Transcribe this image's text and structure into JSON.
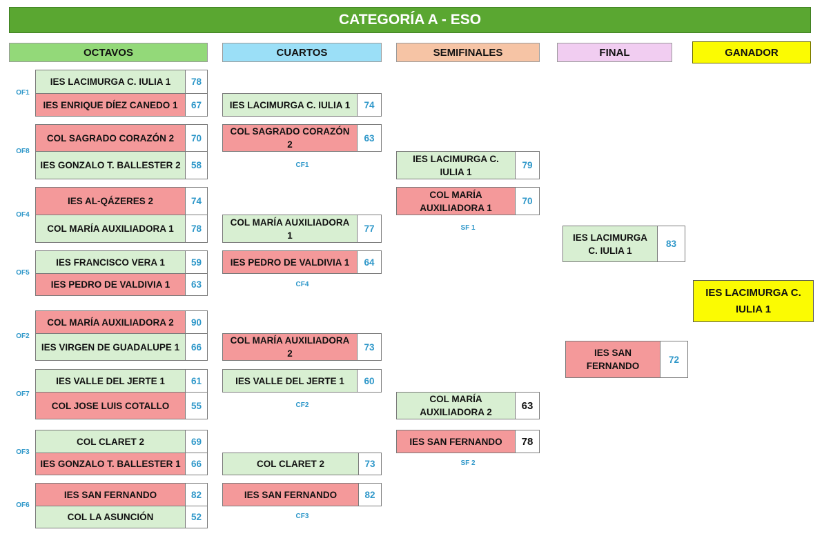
{
  "title": "CATEGORÍA A - ESO",
  "headers": {
    "octavos": "OCTAVOS",
    "cuartos": "CUARTOS",
    "semifinales": "SEMIFINALES",
    "final": "FINAL",
    "ganador": "GANADOR"
  },
  "colors": {
    "title_bar": "#5aa731",
    "winner_green": "#d8efd2",
    "loser_red": "#f4999a",
    "champion_yellow": "#fbfb02",
    "score_blue": "#2e97c9",
    "octavos_header": "#93d979",
    "cuartos_header": "#9bdff7",
    "semis_header": "#f6c4a5",
    "final_header": "#f1cdf1"
  },
  "octavos": [
    {
      "label": "OF1",
      "team1": "IES LACIMURGA C. IULIA 1",
      "score1": "78",
      "team2": "IES ENRIQUE DÍEZ CANEDO 1",
      "score2": "67"
    },
    {
      "label": "OF8",
      "team1": "COL SAGRADO CORAZÓN 2",
      "score1": "70",
      "team2": "IES GONZALO T. BALLESTER 2",
      "score2": "58"
    },
    {
      "label": "OF4",
      "team1": "IES AL-QÁZERES 2",
      "score1": "74",
      "team2": "COL MARÍA AUXILIADORA 1",
      "score2": "78"
    },
    {
      "label": "OF5",
      "team1": "IES FRANCISCO VERA 1",
      "score1": "59",
      "team2": "IES PEDRO DE VALDIVIA 1",
      "score2": "63"
    },
    {
      "label": "OF2",
      "team1": "COL MARÍA AUXILIADORA 2",
      "score1": "90",
      "team2": "IES VIRGEN DE GUADALUPE 1",
      "score2": "66"
    },
    {
      "label": "OF7",
      "team1": "IES VALLE DEL JERTE 1",
      "score1": "61",
      "team2": "COL JOSE LUIS COTALLO",
      "score2": "55"
    },
    {
      "label": "OF3",
      "team1": "COL CLARET 2",
      "score1": "69",
      "team2": "IES GONZALO T. BALLESTER 1",
      "score2": "66"
    },
    {
      "label": "OF6",
      "team1": "IES SAN FERNANDO",
      "score1": "82",
      "team2": "COL LA ASUNCIÓN",
      "score2": "52"
    }
  ],
  "cuartos": [
    {
      "label": "CF1",
      "team1": "IES LACIMURGA C. IULIA 1",
      "score1": "74",
      "team2": "COL SAGRADO CORAZÓN 2",
      "score2": "63"
    },
    {
      "label": "CF4",
      "team1": "COL MARÍA AUXILIADORA 1",
      "score1": "77",
      "team2": "IES PEDRO DE VALDIVIA 1",
      "score2": "64"
    },
    {
      "label": "CF2",
      "team1": "COL MARÍA AUXILIADORA 2",
      "score1": "73",
      "team2": "IES VALLE DEL JERTE 1",
      "score2": "60"
    },
    {
      "label": "CF3",
      "team1": "COL CLARET 2",
      "score1": "73",
      "team2": "IES SAN FERNANDO",
      "score2": "82"
    }
  ],
  "semifinales": [
    {
      "label": "SF 1",
      "team1": "IES LACIMURGA C. IULIA 1",
      "score1": "79",
      "team2": "COL MARÍA AUXILIADORA 1",
      "score2": "70"
    },
    {
      "label": "SF 2",
      "team1": "COL MARÍA AUXILIADORA 2",
      "score1": "63",
      "team2": "IES SAN FERNANDO",
      "score2": "78"
    }
  ],
  "final": {
    "team1": "IES LACIMURGA C. IULIA 1",
    "score1": "83",
    "team2": "IES SAN FERNANDO",
    "score2": "72"
  },
  "ganador": "IES LACIMURGA C. IULIA 1"
}
